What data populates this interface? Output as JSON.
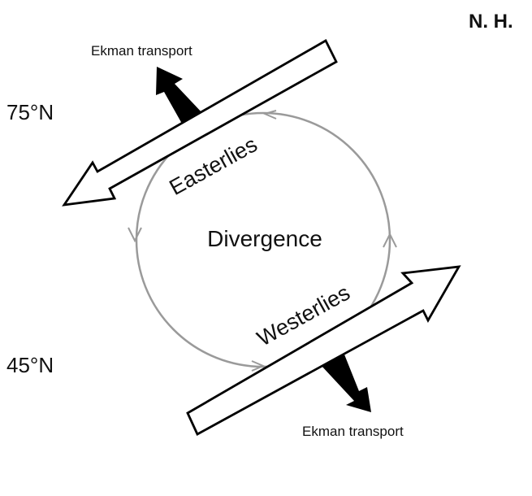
{
  "hemisphere": "N. H.",
  "latitudes": {
    "north": "75°N",
    "south": "45°N"
  },
  "center_label": "Divergence",
  "winds": {
    "easterlies": "Easterlies",
    "westerlies": "Westerlies"
  },
  "ekman": {
    "top": "Ekman transport",
    "bottom": "Ekman transport"
  },
  "colors": {
    "circulation": "#9a9a9a",
    "arrow_outline": "#000000",
    "ekman_fill": "#000000"
  }
}
